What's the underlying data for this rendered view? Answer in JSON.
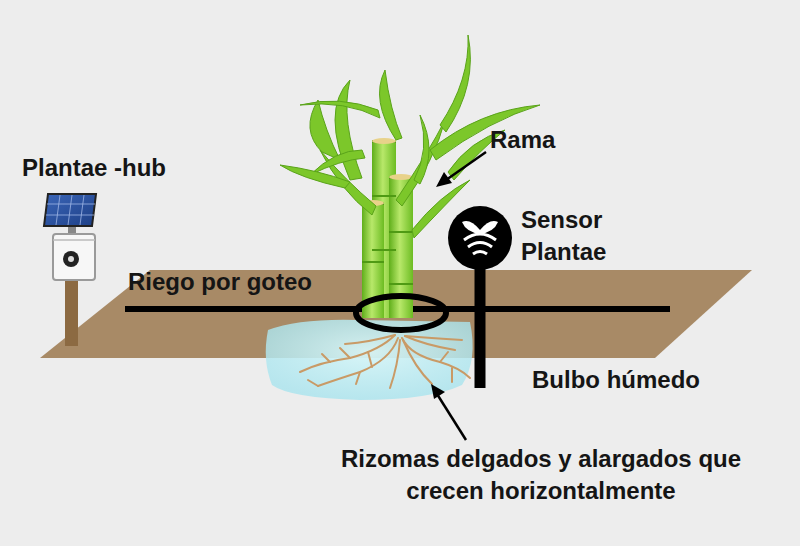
{
  "diagram": {
    "labels": [
      "Plantae -hub",
      "Rama",
      "Sensor Plantae",
      "Riego por goteo",
      "Bulbo húmedo",
      "Rizomas delgados y alargados que crecen horizontalmente"
    ]
  }
}
